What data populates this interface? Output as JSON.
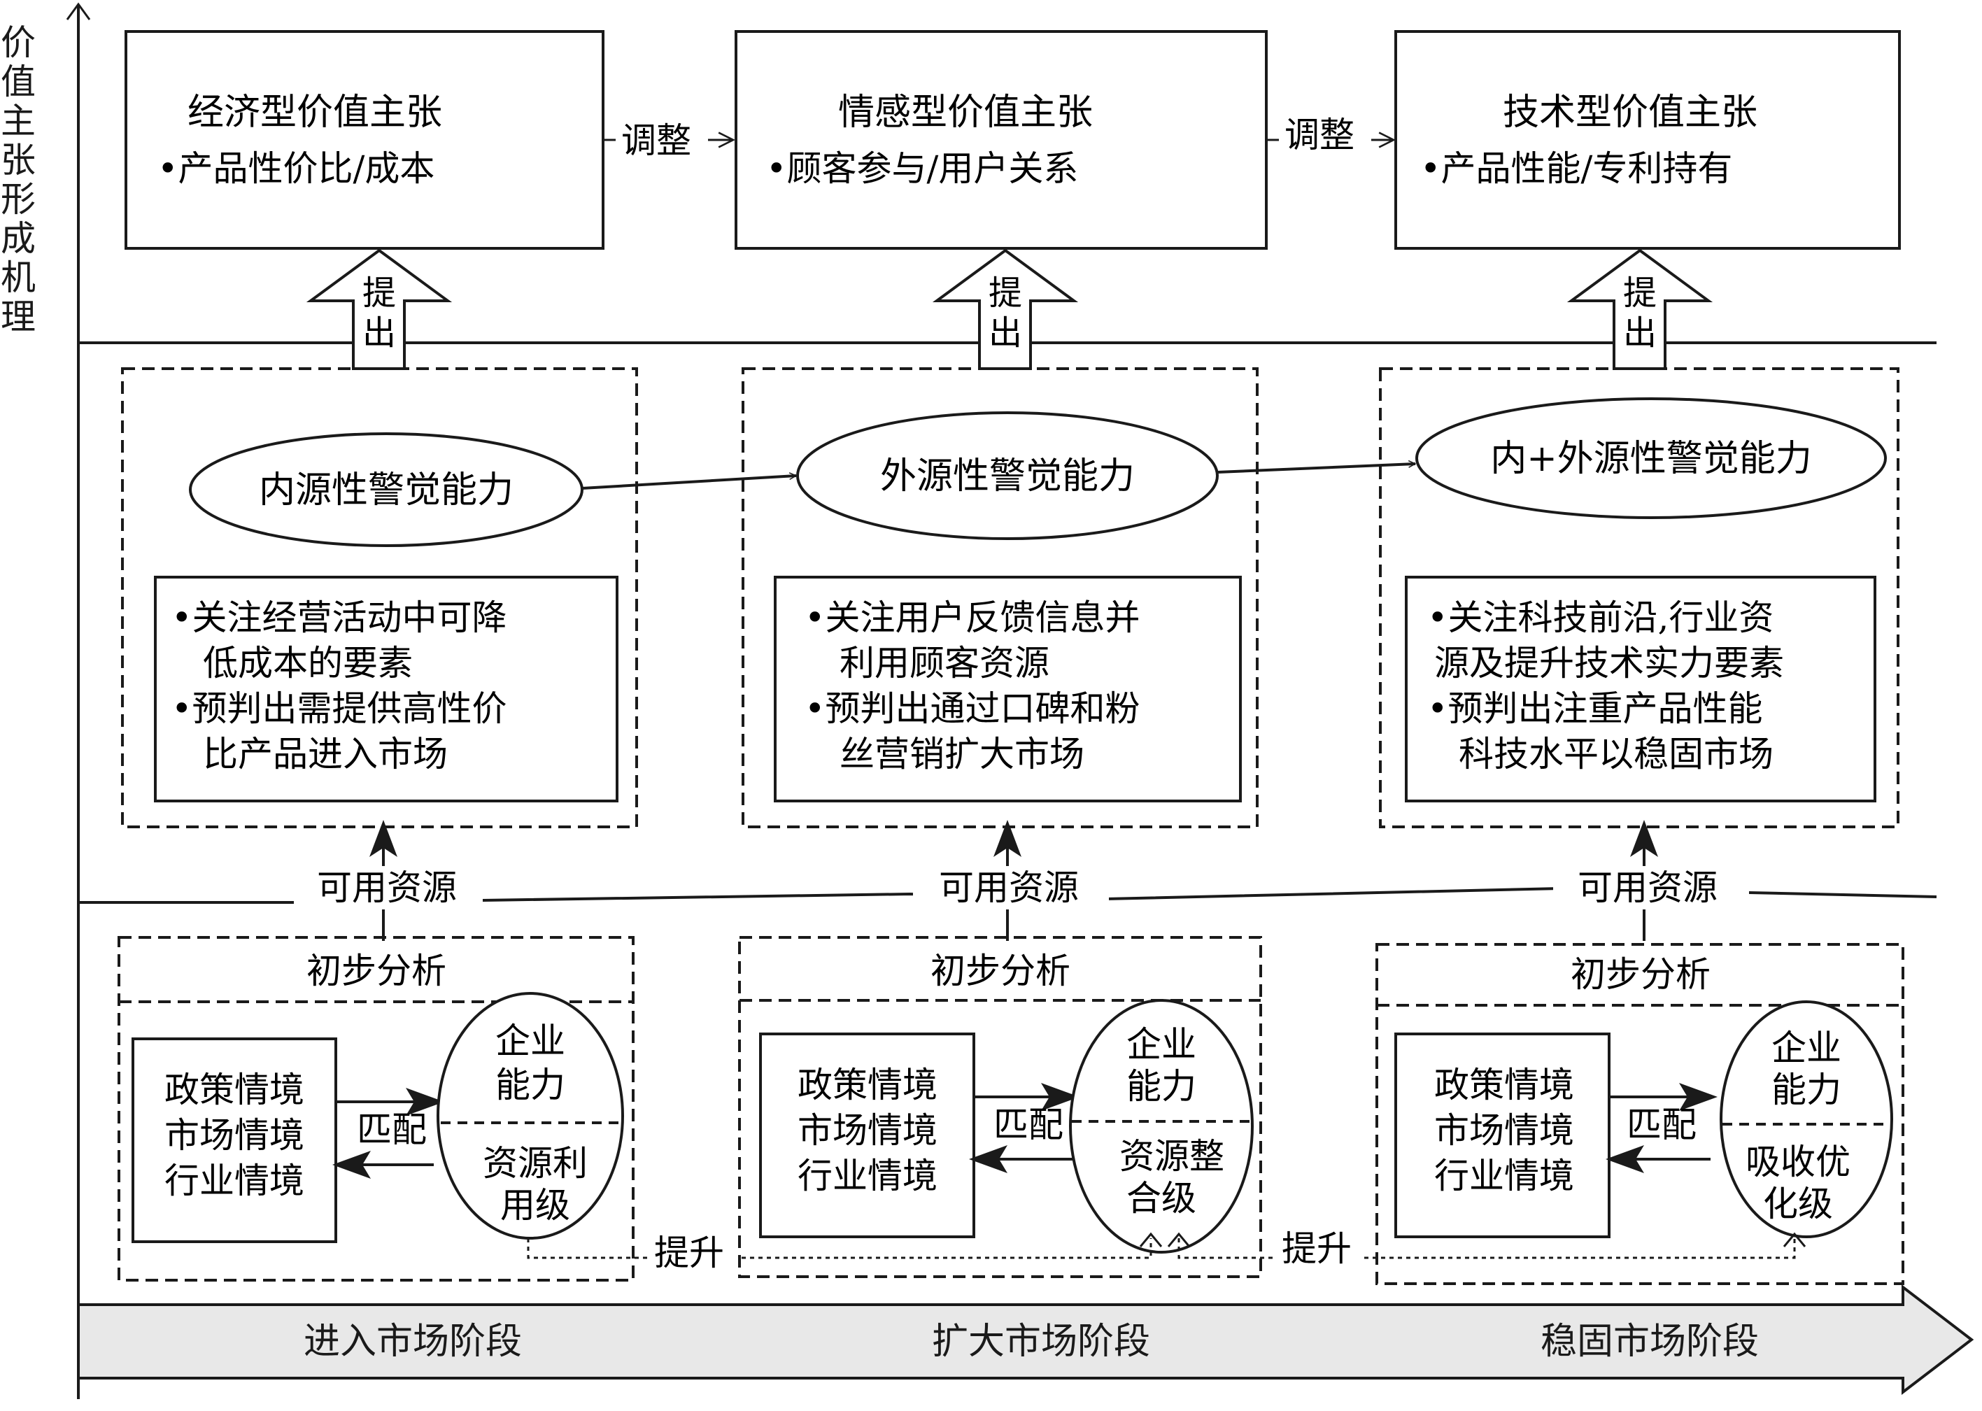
{
  "y_axis_label": [
    "价",
    "值",
    "主",
    "张",
    "形",
    "成",
    "机",
    "理"
  ],
  "stages": [
    "进入市场阶段",
    "扩大市场阶段",
    "稳固市场阶段"
  ],
  "value_props": [
    {
      "title": "经济型价值主张",
      "bullet": "•产品性价比/成本"
    },
    {
      "title": "情感型价值主张",
      "bullet": "•顾客参与/用户关系"
    },
    {
      "title": "技术型价值主张",
      "bullet": "•产品性能/专利持有"
    }
  ],
  "adjust_label": "调整",
  "propose_label": [
    "提",
    "出"
  ],
  "alertness": [
    {
      "name": "内源性警觉能力",
      "lines": [
        "•关注经营活动中可降",
        "低成本的要素",
        "•预判出需提供高性价",
        "比产品进入市场"
      ]
    },
    {
      "name": "外源性警觉能力",
      "lines": [
        "•关注用户反馈信息并",
        "利用顾客资源",
        "•预判出通过口碑和粉",
        "丝营销扩大市场"
      ]
    },
    {
      "name": "内+外源性警觉能力",
      "lines": [
        "•关注科技前沿,行业资",
        "源及提升技术实力要素",
        "•预判出注重产品性能",
        "科技水平以稳固市场"
      ]
    }
  ],
  "available_resources": "可用资源",
  "preliminary_analysis": "初步分析",
  "situations": [
    "政策情境",
    "市场情境",
    "行业情境"
  ],
  "match_label": "匹配",
  "capability_top": [
    "企业",
    "能力"
  ],
  "resource_levels": [
    [
      "资源利",
      "用级"
    ],
    [
      "资源整",
      "合级"
    ],
    [
      "吸收优",
      "化级"
    ]
  ],
  "upgrade_label": "提升"
}
